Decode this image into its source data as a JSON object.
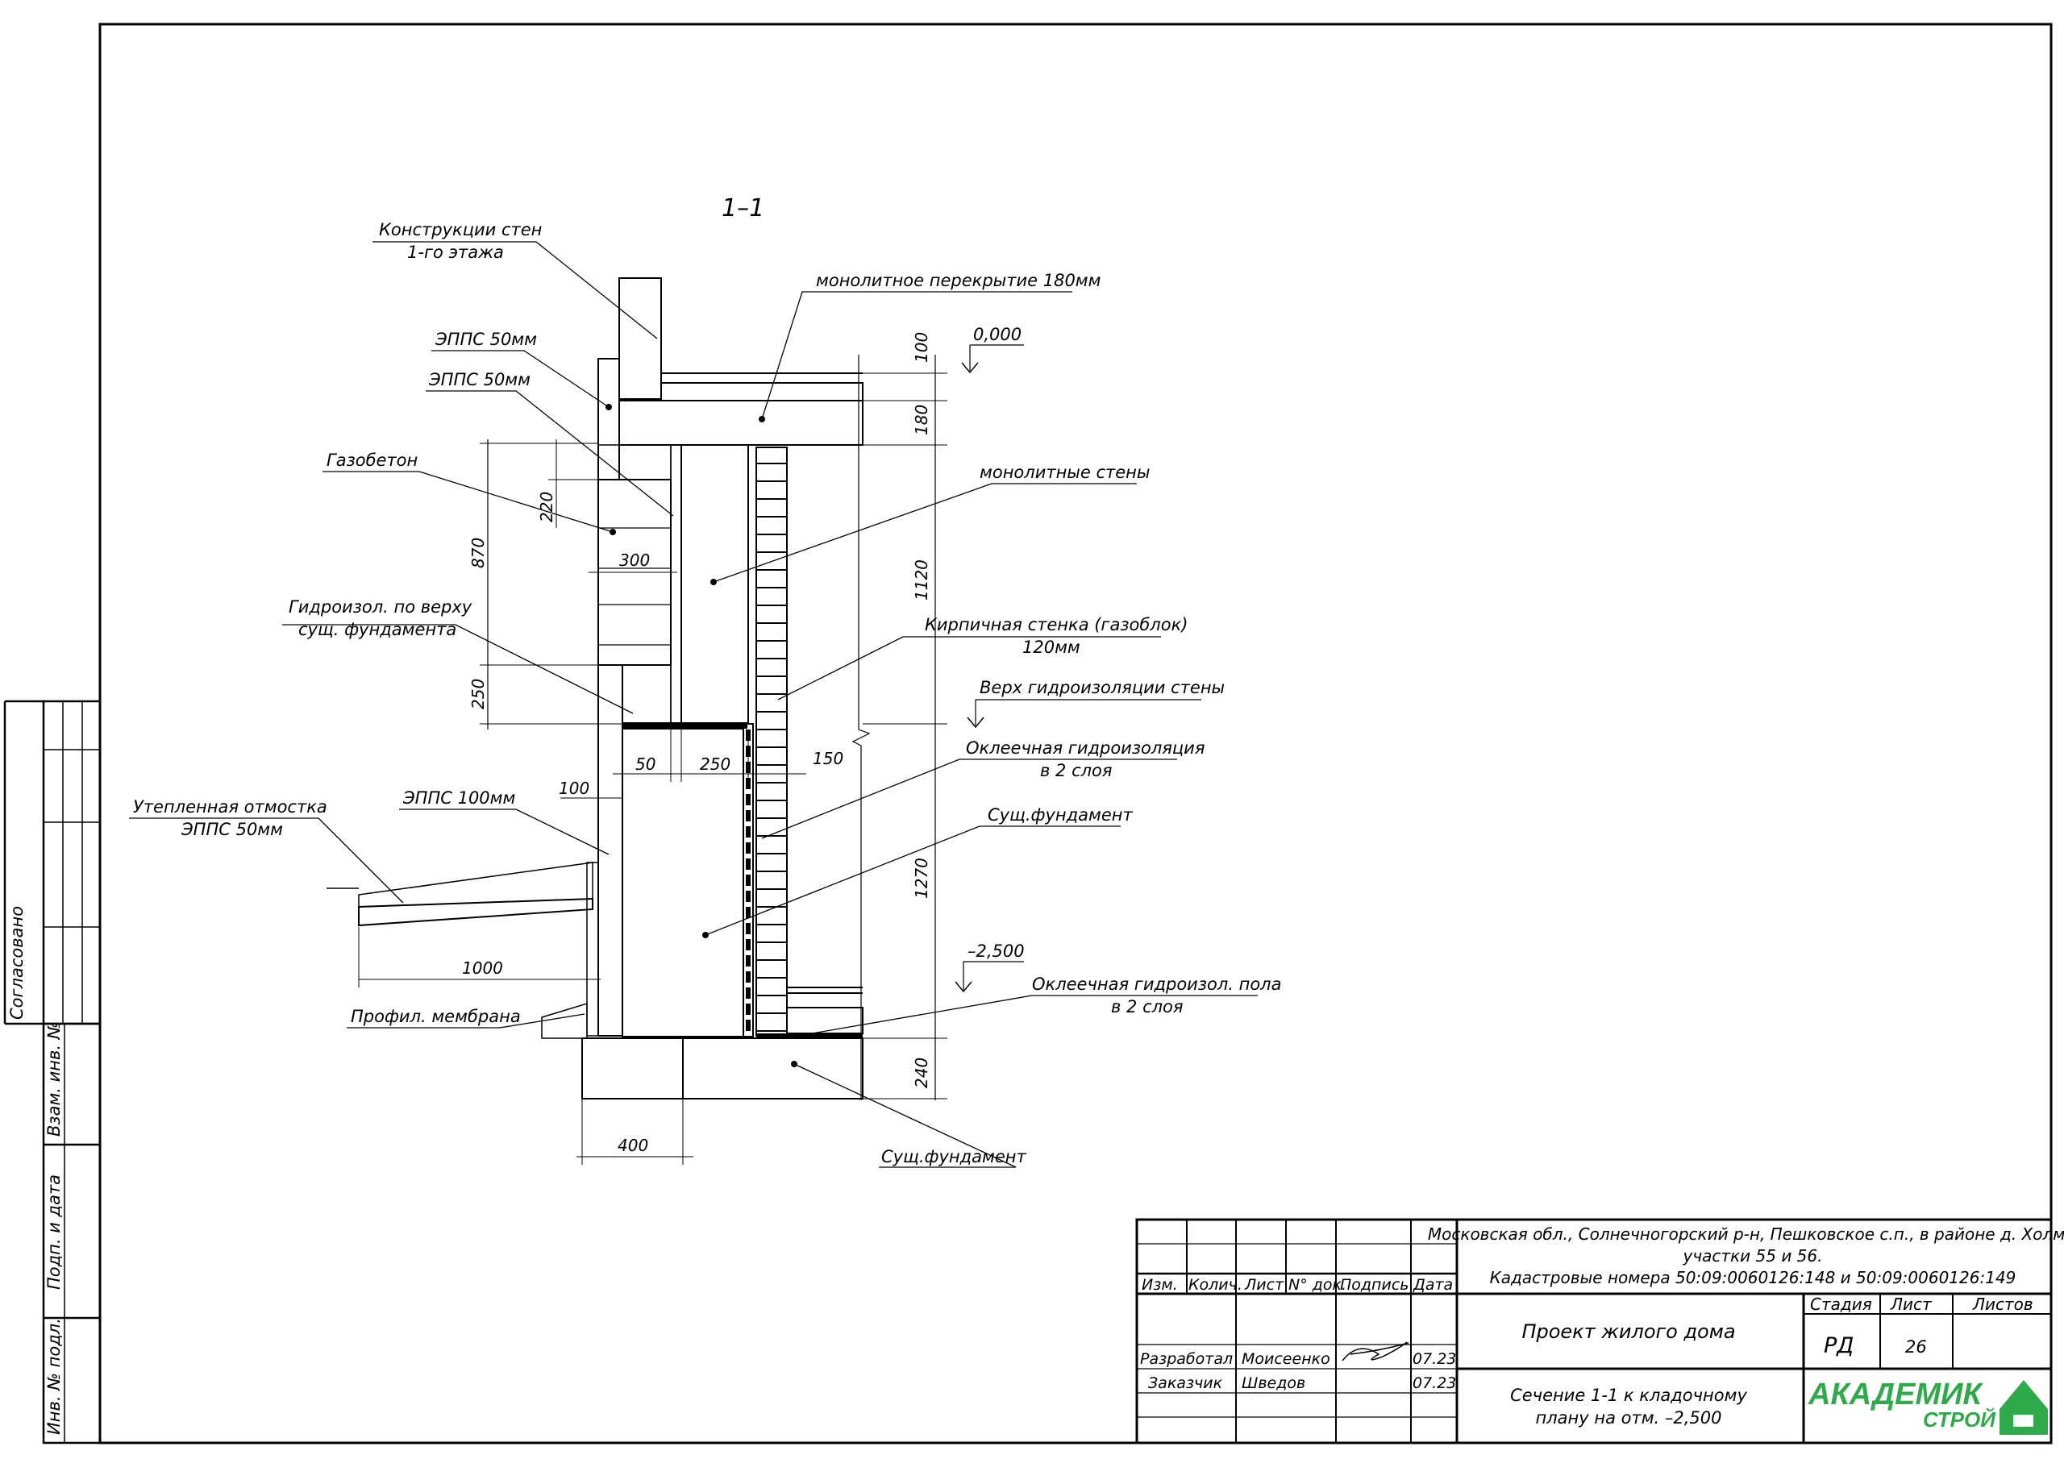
{
  "section_label": "1–1",
  "callouts": {
    "walls_1st_floor": [
      "Конструкции стен",
      "1-го этажа"
    ],
    "slab": "монолитное перекрытие 180мм",
    "epps1": "ЭППС 50мм",
    "epps2": "ЭППС 50мм",
    "gazobeton": "Газобетон",
    "mono_walls": "монолитные стены",
    "hydro_top": [
      "Гидроизол. по верху",
      "сущ. фундамента"
    ],
    "brick_wall": [
      "Кирпичная стенка (газоблок)",
      "120мм"
    ],
    "hydro_wall_top": "Верх гидроизоляции стены",
    "pasted_hydro": [
      "Оклеечная гидроизоляция",
      "в 2 слоя"
    ],
    "exist_found": "Сущ.фундамент",
    "blind_area": [
      "Утепленная отмостка",
      "ЭППС 50мм"
    ],
    "epps100": "ЭППС 100мм",
    "membrane": "Профил. мембрана",
    "floor_hydro": [
      "Оклеечная гидроизол. пола",
      "в 2 слоя"
    ],
    "exist_found2": "Сущ.фундамент"
  },
  "levels": {
    "zero": "0,000",
    "minus": "–2,500"
  },
  "dims": {
    "d100_top": "100",
    "d180": "180",
    "d1120": "1120",
    "d1270": "1270",
    "d240": "240",
    "d870": "870",
    "d250": "250",
    "d220": "220",
    "d300": "300",
    "d50": "50",
    "d250b": "250",
    "d150": "150",
    "d100_left": "100",
    "d1000": "1000",
    "d400": "400"
  },
  "side_stamp": {
    "agreed": "Согласовано",
    "inv_replace": "Взам. инв. №",
    "sign_date": "Подп. и дата",
    "inv_orig": "Инв. № подл."
  },
  "title_block": {
    "address": [
      "Московская обл., Солнечногорский р-н, Пешковское с.п., в районе д. Холмы",
      "участки 55 и 56.",
      "Кадастровые номера 50:09:0060126:148 и 50:09:0060126:149"
    ],
    "headers": [
      "Изм.",
      "Колич.",
      "Лист",
      "N° док.",
      "Подпись",
      "Дата"
    ],
    "row1": {
      "role": "Разработал",
      "name": "Моисеенко",
      "date": "07.23"
    },
    "row2": {
      "role": "Заказчик",
      "name": "Шведов",
      "date": "07.23"
    },
    "project": "Проект жилого дома",
    "sheet_title": [
      "Сечение 1-1 к кладочному",
      "плану на отм. –2,500"
    ],
    "stage_label": "Стадия",
    "sheet_label": "Лист",
    "sheets_label": "Листов",
    "stage": "РД",
    "sheet": "26",
    "logo_main": "АКАДЕМИК",
    "logo_sub": "СТРОЙ",
    "colors": {
      "logo_green": "#2eaa4a"
    }
  }
}
